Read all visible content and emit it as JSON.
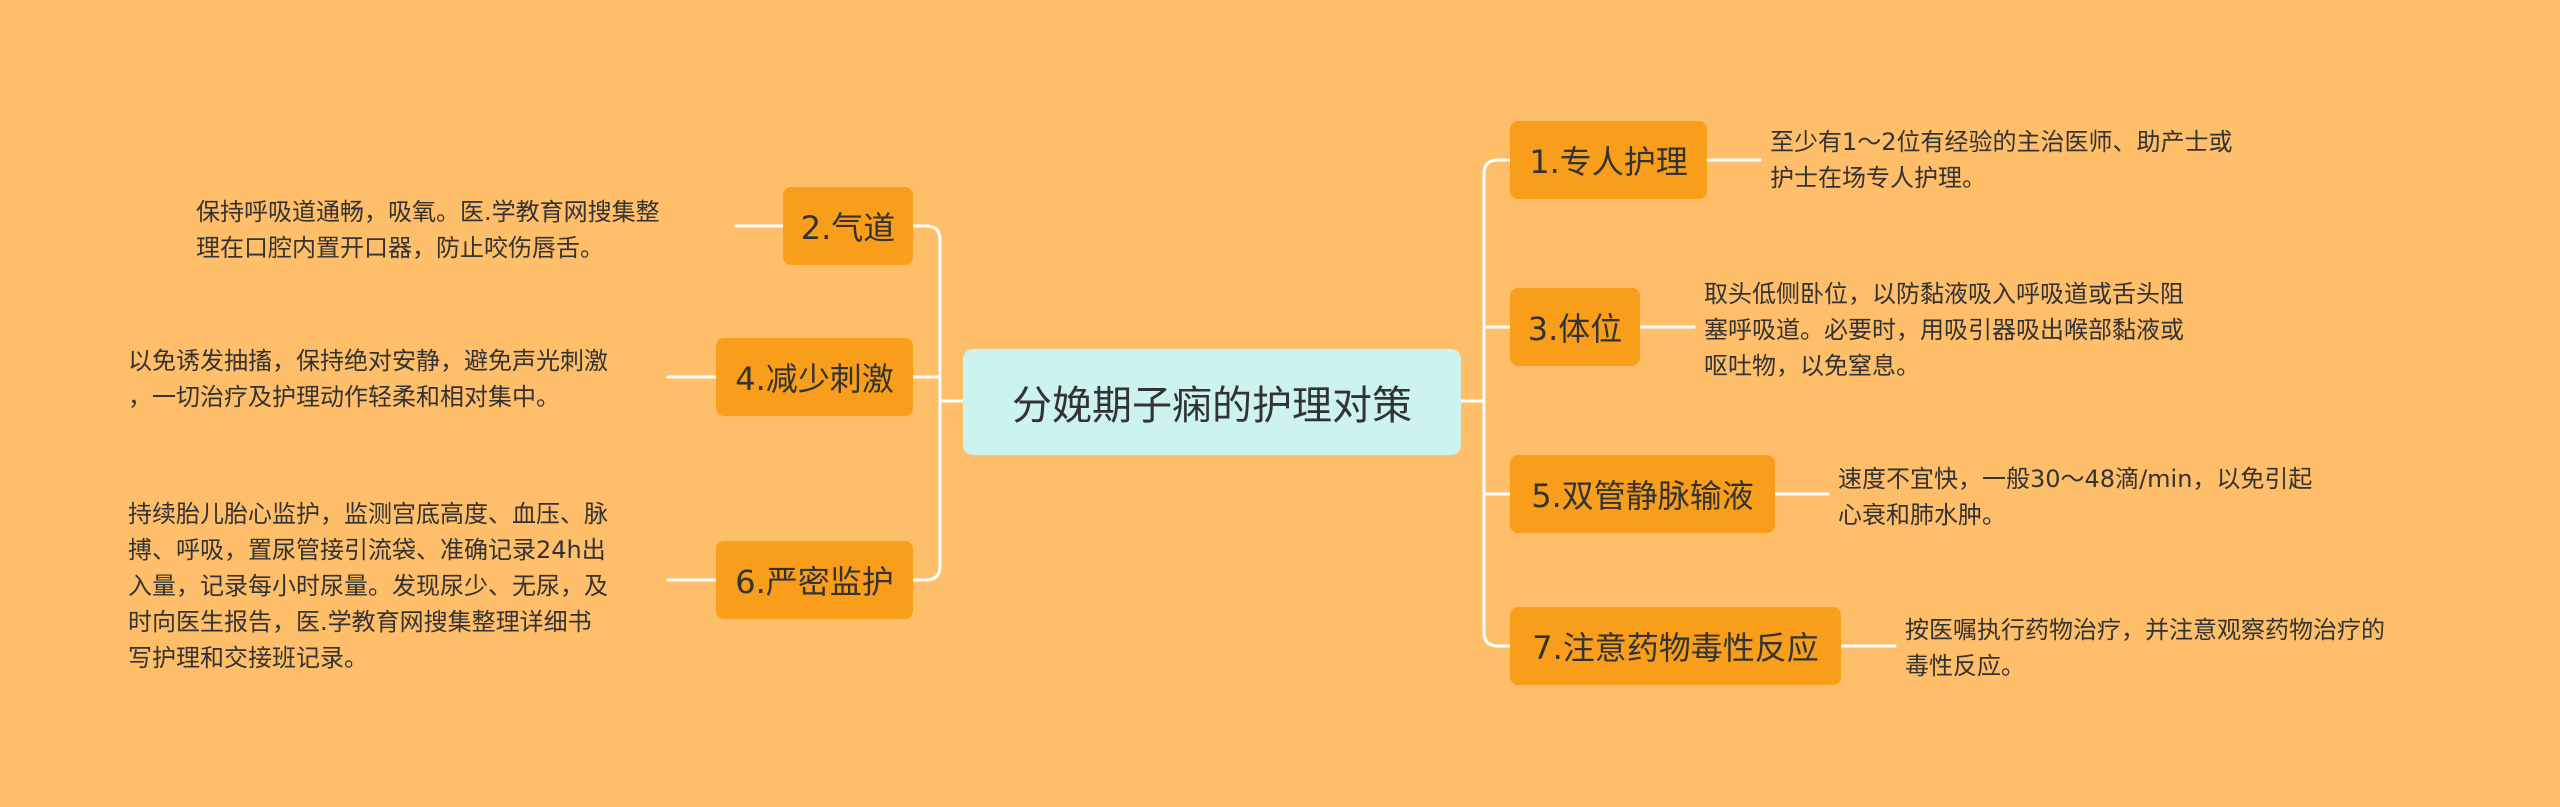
{
  "root": {
    "title": "分娩期子痫的护理对策"
  },
  "right_branches": [
    {
      "label": "1.专人护理",
      "note": [
        "至少有1～2位有经验的主治医师、助产士或",
        "护士在场专人护理。"
      ]
    },
    {
      "label": "3.体位",
      "note": [
        "取头低侧卧位，以防黏液吸入呼吸道或舌头阻",
        "塞呼吸道。必要时，用吸引器吸出喉部黏液或",
        "呕吐物，以免窒息。"
      ]
    },
    {
      "label": "5.双管静脉输液",
      "note": [
        "速度不宜快，一般30～48滴/min，以免引起",
        "心衰和肺水肿。"
      ]
    },
    {
      "label": "7.注意药物毒性反应",
      "note": [
        "按医嘱执行药物治疗，并注意观察药物治疗的",
        "毒性反应。"
      ]
    }
  ],
  "left_branches": [
    {
      "label": "2.气道",
      "note": [
        "保持呼吸道通畅，吸氧。医.学教育网搜集整",
        "理在口腔内置开口器，防止咬伤唇舌。"
      ]
    },
    {
      "label": "4.减少刺激",
      "note": [
        "以免诱发抽搐，保持绝对安静，避免声光刺激",
        "，一切治疗及护理动作轻柔和相对集中。"
      ]
    },
    {
      "label": "6.严密监护",
      "note": [
        "持续胎儿胎心监护，监测宫底高度、血压、脉",
        "搏、呼吸，置尿管接引流袋、准确记录24h出",
        "入量，记录每小时尿量。发现尿少、无尿，及",
        "时向医生报告，医.学教育网搜集整理详细书",
        "写护理和交接班记录。"
      ]
    }
  ],
  "colors": {
    "background": "#FFBE6A",
    "root_fill": "#CCF3F0",
    "branch_fill": "#F99E1B",
    "connector": "#FFFFFF",
    "text": "#333333"
  }
}
